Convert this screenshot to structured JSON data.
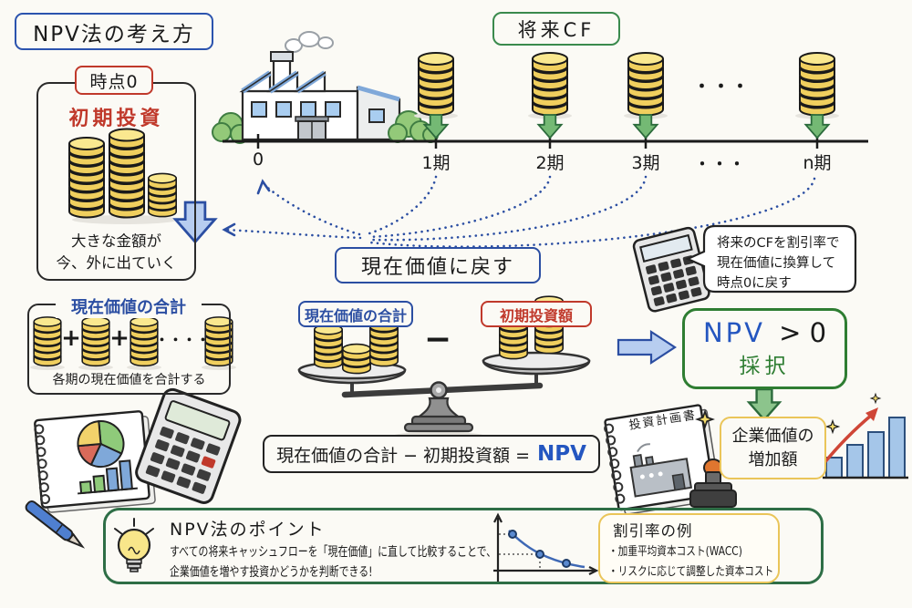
{
  "title": "NPV法の考え方",
  "future_cf": "将来CF",
  "timeline": {
    "t0": "0",
    "t1": "1期",
    "t2": "2期",
    "t3": "3期",
    "dots": "・・・",
    "tn": "n期",
    "coin_dots": "・・・"
  },
  "initial_investment": {
    "tag": "時点0",
    "label": "初期投資",
    "caption1": "大きな金額が",
    "caption2": "今、外に出ていく"
  },
  "to_present_value": "現在価値に戻す",
  "calculator_note": {
    "line1": "将来のCFを割引率で",
    "line2": "現在価値に換算して",
    "line3": "時点0に戻す"
  },
  "pv_sum": {
    "title": "現在価値の合計",
    "plus": "+",
    "dots": "・・・・",
    "caption": "各期の現在価値を合計する"
  },
  "scale": {
    "left": "現在価値の合計",
    "right": "初期投資額",
    "minus": "−"
  },
  "formula": {
    "expression": "現在価値の合計 − 初期投資額 =",
    "result": "NPV"
  },
  "decision": {
    "npv": "NPV",
    "condition": "> 0",
    "verdict": "採択"
  },
  "outcome": {
    "line1": "企業価値の",
    "line2": "増加額"
  },
  "plan_document": "投資計画書",
  "key_point": {
    "heading": "NPV法のポイント",
    "body1": "すべての将来キャッシュフローを「現在価値」に直して比較することで、",
    "body2": "企業価値を増やす投資かどうかを判断できる!"
  },
  "discount_examples": {
    "heading": "割引率の例",
    "item1": "・加重平均資本コスト(WACC)",
    "item2": "・リスクに応じて調整した資本コスト"
  },
  "colors": {
    "blue": "#2b4ea2",
    "red": "#c0392b",
    "green": "#2e7d32",
    "yellow_border": "#eac559",
    "coin": "#f7df7d"
  }
}
